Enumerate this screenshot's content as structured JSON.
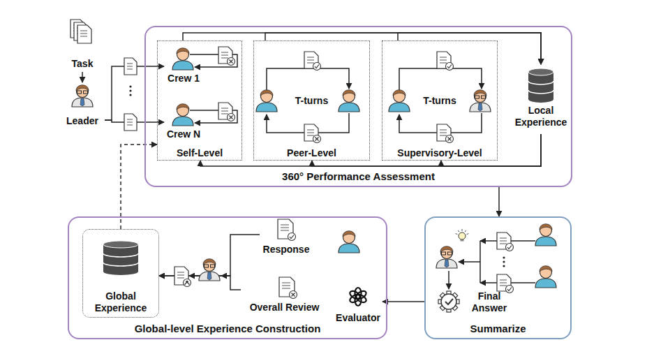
{
  "diagram": {
    "nodes": [
      {
        "text": [
          "Task"
        ]
      },
      {
        "text": [
          "Leader"
        ]
      },
      {
        "text": [
          "360° Performance Assessment"
        ]
      },
      {
        "text": [
          "Self-Level"
        ],
        "in": 2
      },
      {
        "text": [
          "Crew 1"
        ],
        "in": 3
      },
      {
        "text": [
          "Crew N"
        ],
        "in": 3
      },
      {
        "text": [
          "T-turns",
          "Peer-Level"
        ],
        "in": 2
      },
      {
        "text": [
          "T-turns",
          "Supervisory-Level"
        ],
        "in": 2
      },
      {
        "text": [
          "Local Experience"
        ],
        "in": 2
      },
      {
        "text": [
          "Summarize"
        ]
      },
      {
        "text": [
          "Final Answer"
        ],
        "in": 9
      },
      {
        "text": [
          "Global-level Experience Construction"
        ]
      },
      {
        "text": [
          "Global Experience"
        ],
        "in": 11
      },
      {
        "text": [
          "Response"
        ],
        "in": 11
      },
      {
        "text": [
          "Overall Review"
        ],
        "in": 11
      },
      {
        "text": [
          "Evaluator"
        ],
        "in": 11
      }
    ],
    "edges": [
      {
        "from": 0,
        "to": 1,
        "arrow": "to"
      },
      {
        "from": 1,
        "to": 4,
        "arrow": "to"
      },
      {
        "from": 1,
        "to": 5,
        "arrow": "to"
      },
      {
        "from": 3,
        "to": 8,
        "arrow": "to"
      },
      {
        "from": 6,
        "to": 8,
        "arrow": "to"
      },
      {
        "from": 7,
        "to": 8,
        "arrow": "to"
      },
      {
        "from": 8,
        "to": 3,
        "arrow": "to"
      },
      {
        "from": 8,
        "to": 6,
        "arrow": "to"
      },
      {
        "from": 8,
        "to": 7,
        "arrow": "to"
      },
      {
        "from": 2,
        "to": 9,
        "arrow": "to"
      },
      {
        "from": 9,
        "to": 15,
        "arrow": "to"
      },
      {
        "from": 13,
        "to": 12,
        "arrow": "to"
      },
      {
        "from": 14,
        "to": 12,
        "arrow": "to"
      },
      {
        "from": 12,
        "to": 3,
        "arrow": "to"
      }
    ]
  }
}
